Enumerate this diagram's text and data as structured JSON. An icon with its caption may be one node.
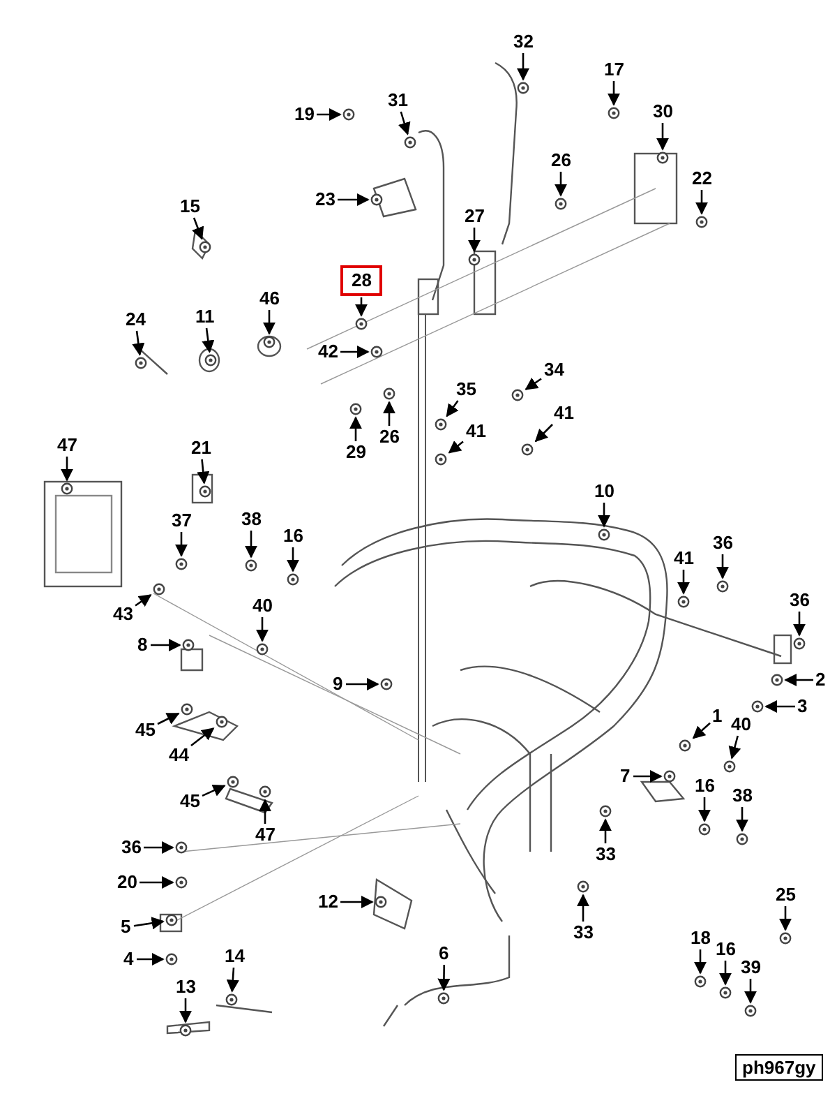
{
  "diagram": {
    "nodes": [
      {
        "text": [
          "32"
        ]
      },
      {
        "text": [
          "17"
        ]
      },
      {
        "text": [
          "31"
        ]
      },
      {
        "text": [
          "19"
        ]
      },
      {
        "text": [
          "30"
        ]
      },
      {
        "text": [
          "26"
        ]
      },
      {
        "text": [
          "22"
        ]
      },
      {
        "text": [
          "23"
        ]
      },
      {
        "text": [
          "15"
        ]
      },
      {
        "text": [
          "27"
        ]
      },
      {
        "text": [
          "28"
        ]
      },
      {
        "text": [
          "46"
        ]
      },
      {
        "text": [
          "11"
        ]
      },
      {
        "text": [
          "24"
        ]
      },
      {
        "text": [
          "42"
        ]
      },
      {
        "text": [
          "34"
        ]
      },
      {
        "text": [
          "35"
        ]
      },
      {
        "text": [
          "41"
        ]
      },
      {
        "text": [
          "29"
        ]
      },
      {
        "text": [
          "26"
        ]
      },
      {
        "text": [
          "41"
        ]
      },
      {
        "text": [
          "47"
        ]
      },
      {
        "text": [
          "21"
        ]
      },
      {
        "text": [
          "10"
        ]
      },
      {
        "text": [
          "38"
        ]
      },
      {
        "text": [
          "37"
        ]
      },
      {
        "text": [
          "16"
        ]
      },
      {
        "text": [
          "36"
        ]
      },
      {
        "text": [
          "41"
        ]
      },
      {
        "text": [
          "40"
        ]
      },
      {
        "text": [
          "43"
        ]
      },
      {
        "text": [
          "36"
        ]
      },
      {
        "text": [
          "8"
        ]
      },
      {
        "text": [
          "2"
        ]
      },
      {
        "text": [
          "9"
        ]
      },
      {
        "text": [
          "3"
        ]
      },
      {
        "text": [
          "1"
        ]
      },
      {
        "text": [
          "40"
        ]
      },
      {
        "text": [
          "45"
        ]
      },
      {
        "text": [
          "44"
        ]
      },
      {
        "text": [
          "16"
        ]
      },
      {
        "text": [
          "7"
        ]
      },
      {
        "text": [
          "38"
        ]
      },
      {
        "text": [
          "45"
        ]
      },
      {
        "text": [
          "47"
        ]
      },
      {
        "text": [
          "33"
        ]
      },
      {
        "text": [
          "36"
        ]
      },
      {
        "text": [
          "20"
        ]
      },
      {
        "text": [
          "25"
        ]
      },
      {
        "text": [
          "12"
        ]
      },
      {
        "text": [
          "33"
        ]
      },
      {
        "text": [
          "5"
        ]
      },
      {
        "text": [
          "18"
        ]
      },
      {
        "text": [
          "6"
        ]
      },
      {
        "text": [
          "16"
        ]
      },
      {
        "text": [
          "14"
        ]
      },
      {
        "text": [
          "4"
        ]
      },
      {
        "text": [
          "39"
        ]
      },
      {
        "text": [
          "13"
        ]
      },
      {
        "text": [],
        "shape": "picture"
      },
      {
        "text": [],
        "shape": "picture"
      },
      {
        "text": [],
        "shape": "picture"
      },
      {
        "text": [],
        "shape": "picture"
      },
      {
        "text": [],
        "shape": "picture"
      },
      {
        "text": [],
        "shape": "picture"
      },
      {
        "text": [],
        "shape": "picture"
      },
      {
        "text": [],
        "shape": "picture"
      },
      {
        "text": [],
        "shape": "picture"
      },
      {
        "text": [],
        "shape": "picture"
      },
      {
        "text": [],
        "shape": "picture"
      },
      {
        "text": [],
        "shape": "picture"
      },
      {
        "text": [],
        "shape": "picture"
      },
      {
        "text": [],
        "shape": "picture"
      },
      {
        "text": [],
        "shape": "picture"
      },
      {
        "text": [],
        "shape": "picture"
      },
      {
        "text": [],
        "shape": "picture"
      },
      {
        "text": [],
        "shape": "picture"
      },
      {
        "text": [],
        "shape": "picture"
      },
      {
        "text": [],
        "shape": "picture"
      },
      {
        "text": [],
        "shape": "picture"
      },
      {
        "text": [],
        "shape": "picture"
      },
      {
        "text": [],
        "shape": "picture"
      },
      {
        "text": [],
        "shape": "picture"
      },
      {
        "text": [],
        "shape": "picture"
      },
      {
        "text": [],
        "shape": "picture"
      },
      {
        "text": [],
        "shape": "picture"
      },
      {
        "text": [],
        "shape": "picture"
      },
      {
        "text": [],
        "shape": "picture"
      },
      {
        "text": [],
        "shape": "picture"
      },
      {
        "text": [],
        "shape": "picture"
      },
      {
        "text": [],
        "shape": "picture"
      },
      {
        "text": [],
        "shape": "picture"
      },
      {
        "text": [],
        "shape": "picture"
      },
      {
        "text": [],
        "shape": "picture"
      },
      {
        "text": [],
        "shape": "picture"
      },
      {
        "text": [],
        "shape": "picture"
      },
      {
        "text": [],
        "shape": "picture"
      },
      {
        "text": [],
        "shape": "picture"
      },
      {
        "text": [],
        "shape": "picture"
      },
      {
        "text": [],
        "shape": "picture"
      },
      {
        "text": [],
        "shape": "picture"
      },
      {
        "text": [],
        "shape": "picture"
      },
      {
        "text": [],
        "shape": "picture"
      },
      {
        "text": [],
        "shape": "picture"
      },
      {
        "text": [],
        "shape": "picture"
      },
      {
        "text": [],
        "shape": "picture"
      },
      {
        "text": [],
        "shape": "picture"
      },
      {
        "text": [],
        "shape": "picture"
      },
      {
        "text": [],
        "shape": "picture"
      },
      {
        "text": [],
        "shape": "picture"
      },
      {
        "text": [],
        "shape": "picture"
      },
      {
        "text": [],
        "shape": "picture"
      },
      {
        "text": [],
        "shape": "picture"
      },
      {
        "text": [],
        "shape": "picture"
      },
      {
        "text": [],
        "shape": "picture"
      },
      {
        "text": [],
        "shape": "picture"
      },
      {
        "text": [],
        "shape": "picture"
      },
      {
        "text": [],
        "shape": "picture"
      }
    ],
    "edges": [
      {
        "from": 0,
        "to": 59,
        "arrow": "to"
      },
      {
        "from": 1,
        "to": 60,
        "arrow": "to"
      },
      {
        "from": 2,
        "to": 61,
        "arrow": "to"
      },
      {
        "from": 3,
        "to": 62,
        "arrow": "to"
      },
      {
        "from": 4,
        "to": 63,
        "arrow": "to"
      },
      {
        "from": 5,
        "to": 64,
        "arrow": "to"
      },
      {
        "from": 6,
        "to": 65,
        "arrow": "to"
      },
      {
        "from": 7,
        "to": 66,
        "arrow": "to"
      },
      {
        "from": 8,
        "to": 67,
        "arrow": "to"
      },
      {
        "from": 9,
        "to": 68,
        "arrow": "to"
      },
      {
        "from": 10,
        "to": 69,
        "arrow": "to"
      },
      {
        "from": 11,
        "to": 70,
        "arrow": "to"
      },
      {
        "from": 12,
        "to": 71,
        "arrow": "to"
      },
      {
        "from": 13,
        "to": 72,
        "arrow": "to"
      },
      {
        "from": 14,
        "to": 73,
        "arrow": "to"
      },
      {
        "from": 15,
        "to": 74,
        "arrow": "to"
      },
      {
        "from": 16,
        "to": 75,
        "arrow": "to"
      },
      {
        "from": 17,
        "to": 76,
        "arrow": "to"
      },
      {
        "from": 18,
        "to": 77,
        "arrow": "to"
      },
      {
        "from": 19,
        "to": 78,
        "arrow": "to"
      },
      {
        "from": 20,
        "to": 79,
        "arrow": "to"
      },
      {
        "from": 21,
        "to": 80,
        "arrow": "to"
      },
      {
        "from": 22,
        "to": 81,
        "arrow": "to"
      },
      {
        "from": 23,
        "to": 82,
        "arrow": "to"
      },
      {
        "from": 24,
        "to": 83,
        "arrow": "to"
      },
      {
        "from": 25,
        "to": 84,
        "arrow": "to"
      },
      {
        "from": 26,
        "to": 85,
        "arrow": "to"
      },
      {
        "from": 27,
        "to": 86,
        "arrow": "to"
      },
      {
        "from": 28,
        "to": 87,
        "arrow": "to"
      },
      {
        "from": 29,
        "to": 88,
        "arrow": "to"
      },
      {
        "from": 30,
        "to": 89,
        "arrow": "to"
      },
      {
        "from": 31,
        "to": 90,
        "arrow": "to"
      },
      {
        "from": 32,
        "to": 91,
        "arrow": "to"
      },
      {
        "from": 33,
        "to": 92,
        "arrow": "to"
      },
      {
        "from": 34,
        "to": 93,
        "arrow": "to"
      },
      {
        "from": 35,
        "to": 94,
        "arrow": "to"
      },
      {
        "from": 36,
        "to": 95,
        "arrow": "to"
      },
      {
        "from": 37,
        "to": 96,
        "arrow": "to"
      },
      {
        "from": 38,
        "to": 97,
        "arrow": "to"
      },
      {
        "from": 39,
        "to": 98,
        "arrow": "to"
      },
      {
        "from": 40,
        "to": 99,
        "arrow": "to"
      },
      {
        "from": 41,
        "to": 100,
        "arrow": "to"
      },
      {
        "from": 42,
        "to": 101,
        "arrow": "to"
      },
      {
        "from": 43,
        "to": 102,
        "arrow": "to"
      },
      {
        "from": 44,
        "to": 103,
        "arrow": "to"
      },
      {
        "from": 45,
        "to": 104,
        "arrow": "to"
      },
      {
        "from": 46,
        "to": 105,
        "arrow": "to"
      },
      {
        "from": 47,
        "to": 106,
        "arrow": "to"
      },
      {
        "from": 48,
        "to": 107,
        "arrow": "to"
      },
      {
        "from": 49,
        "to": 108,
        "arrow": "to"
      },
      {
        "from": 50,
        "to": 109,
        "arrow": "to"
      },
      {
        "from": 51,
        "to": 110,
        "arrow": "to"
      },
      {
        "from": 52,
        "to": 111,
        "arrow": "to"
      },
      {
        "from": 53,
        "to": 112,
        "arrow": "to"
      },
      {
        "from": 54,
        "to": 113,
        "arrow": "to"
      },
      {
        "from": 55,
        "to": 114,
        "arrow": "to"
      },
      {
        "from": 56,
        "to": 115,
        "arrow": "to"
      },
      {
        "from": 57,
        "to": 116,
        "arrow": "to"
      },
      {
        "from": 58,
        "to": 117,
        "arrow": "to"
      }
    ],
    "labels": [
      "ph967gy"
    ]
  }
}
